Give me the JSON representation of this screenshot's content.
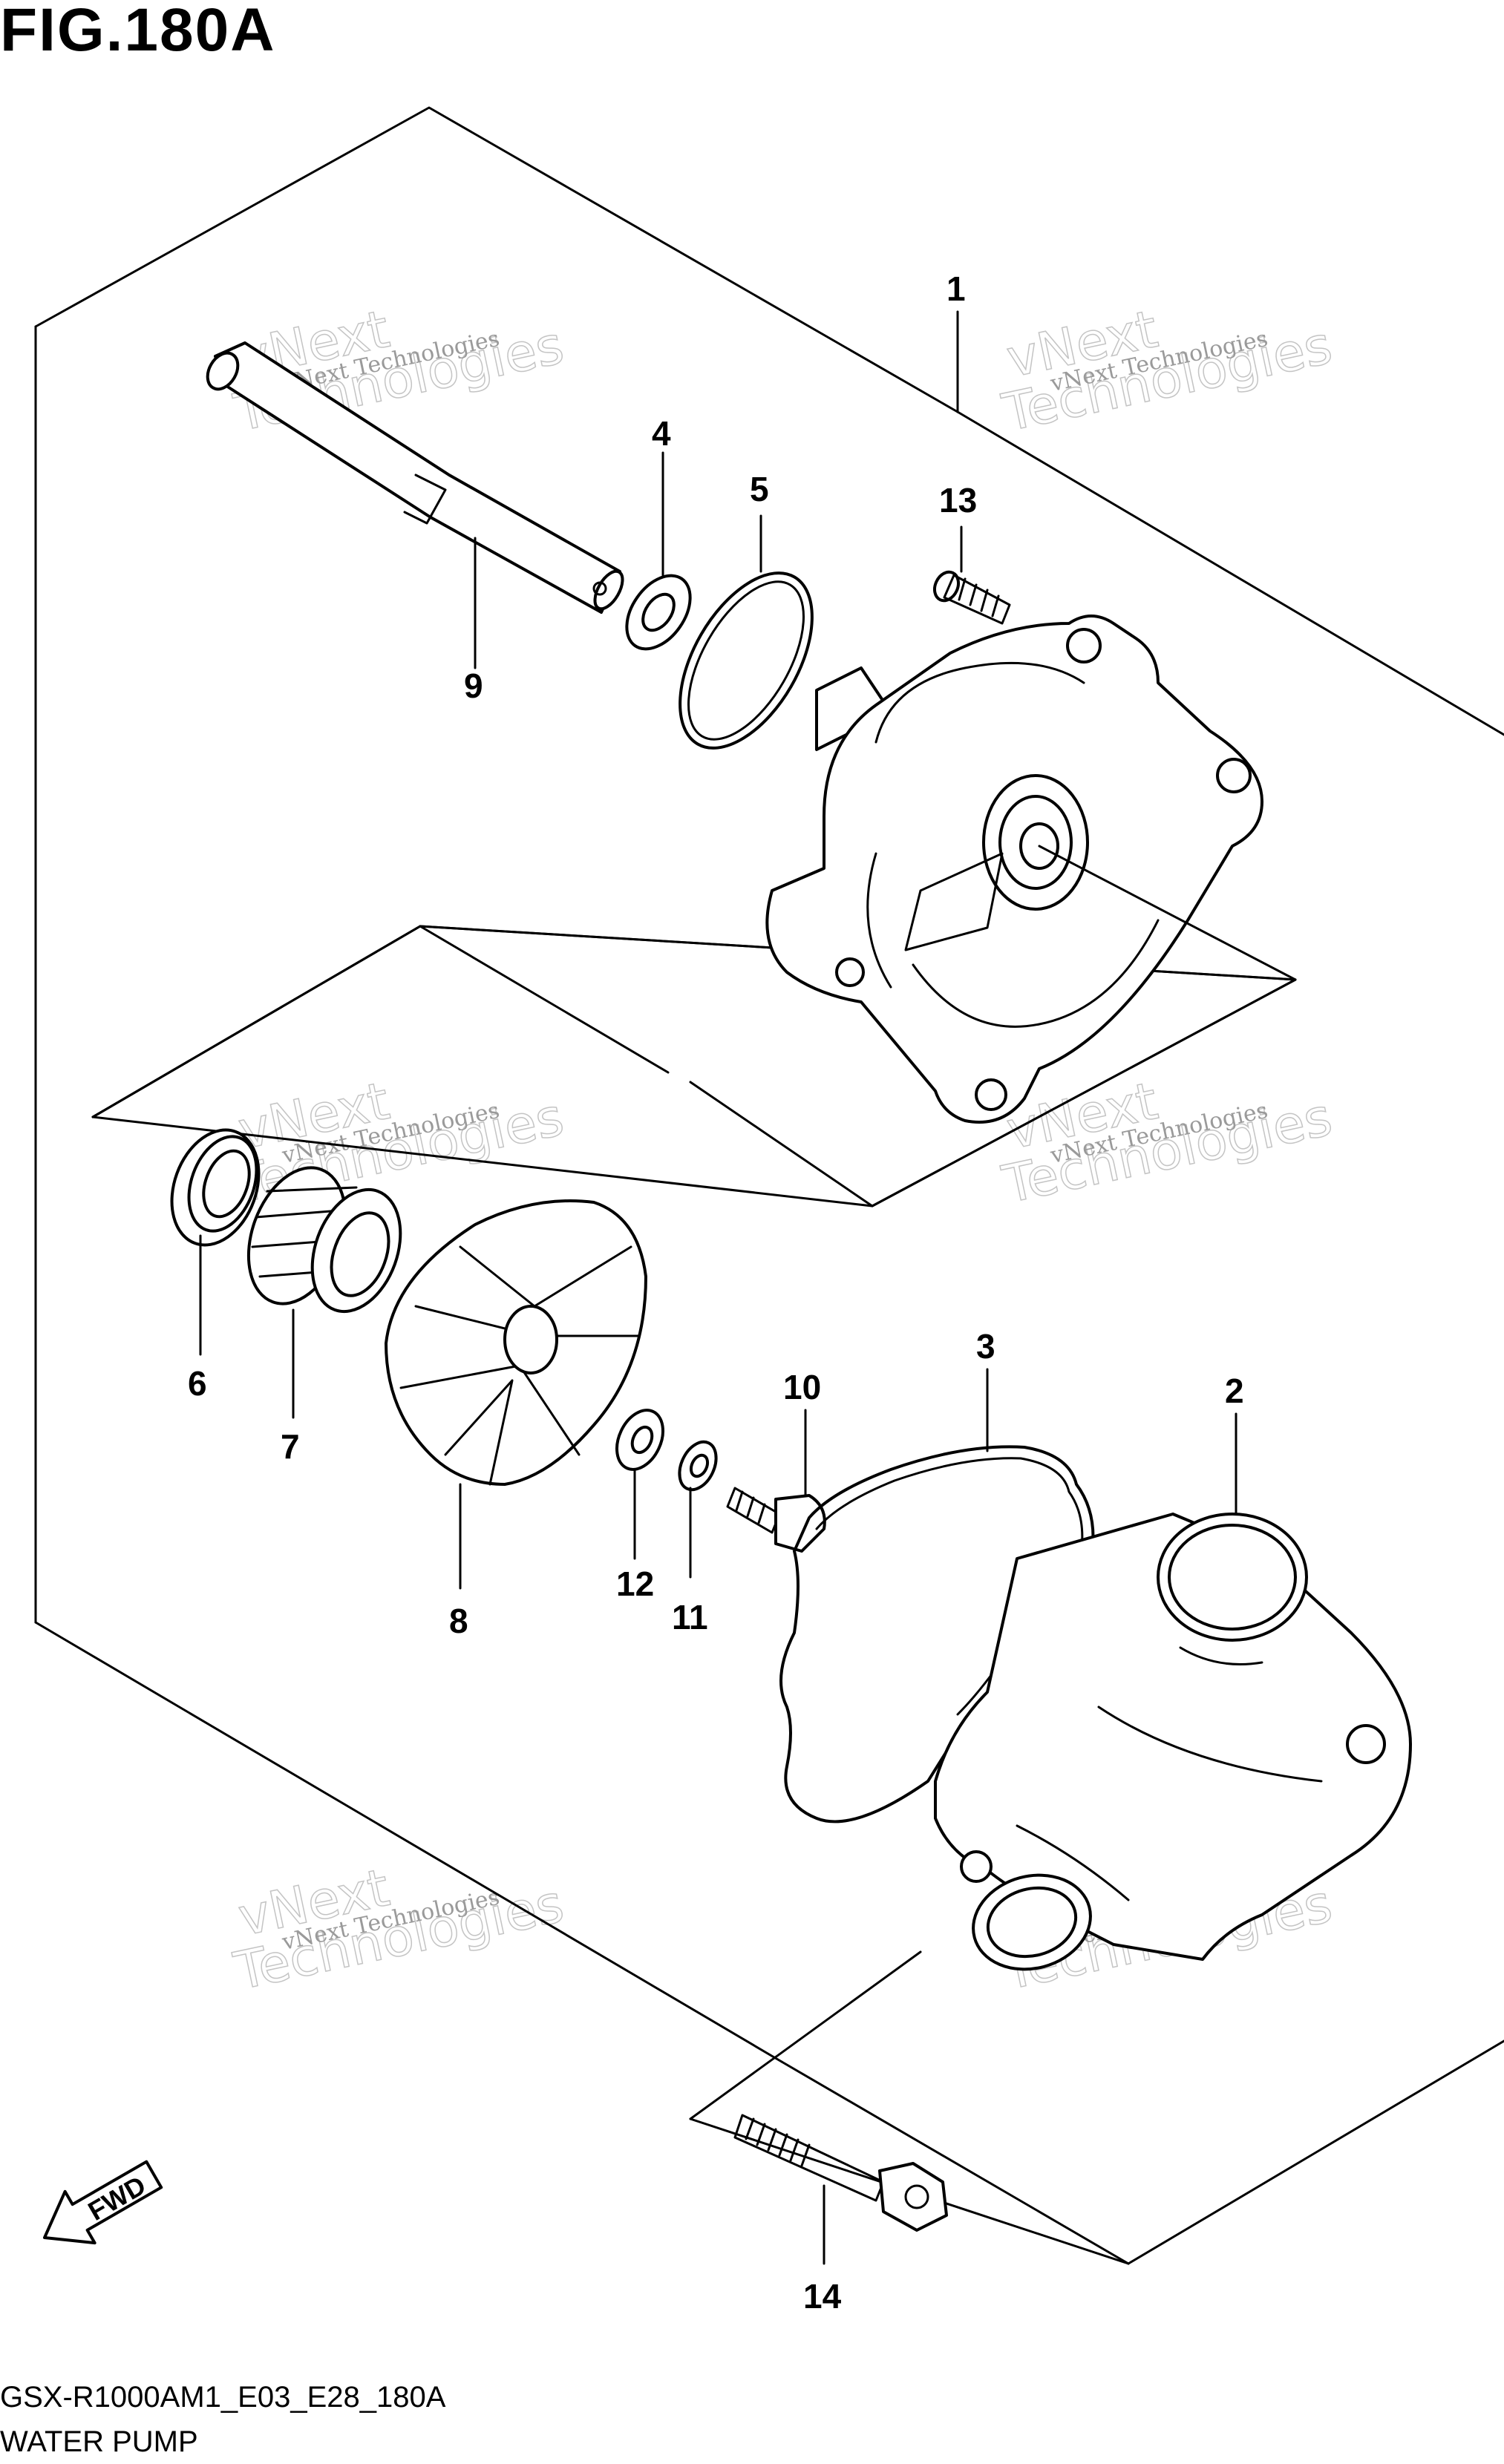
{
  "figure": {
    "title": "FIG.180A",
    "model_code": "GSX-R1000AM1_E03_E28_180A",
    "part_name": "WATER PUMP",
    "direction_label": "FWD"
  },
  "watermark": {
    "line1": "vNext Technologies",
    "line2": "vNext",
    "line3": "Technologies"
  },
  "callouts": [
    "1",
    "2",
    "3",
    "4",
    "5",
    "6",
    "7",
    "8",
    "9",
    "10",
    "11",
    "12",
    "13",
    "14"
  ]
}
